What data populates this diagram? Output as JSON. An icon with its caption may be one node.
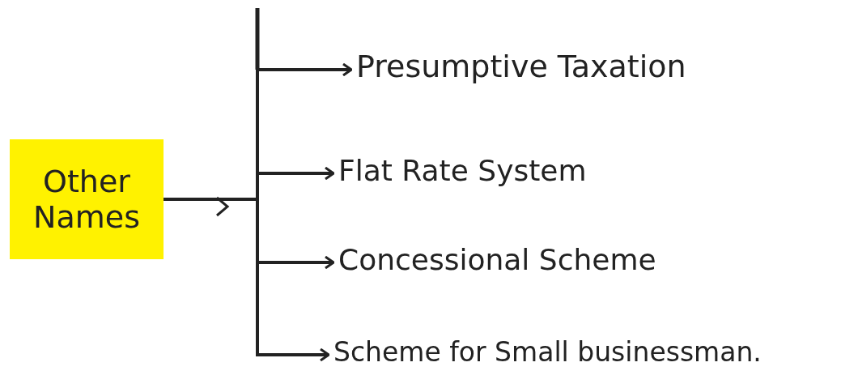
{
  "diagram": {
    "nodes": [
      {
        "text": [
          "Other Names"
        ]
      },
      {
        "text": [
          "Presumptive Taxation"
        ]
      },
      {
        "text": [
          "Flat Rate System"
        ]
      },
      {
        "text": [
          "Concessional Scheme"
        ]
      },
      {
        "text": [
          "Scheme for Small businessman."
        ]
      }
    ],
    "edges": [
      {
        "from": 0,
        "to": 1,
        "arrow": "to"
      },
      {
        "from": 0,
        "to": 2,
        "arrow": "to"
      },
      {
        "from": 0,
        "to": 3,
        "arrow": "to"
      },
      {
        "from": 0,
        "to": 4,
        "arrow": "to"
      }
    ]
  }
}
